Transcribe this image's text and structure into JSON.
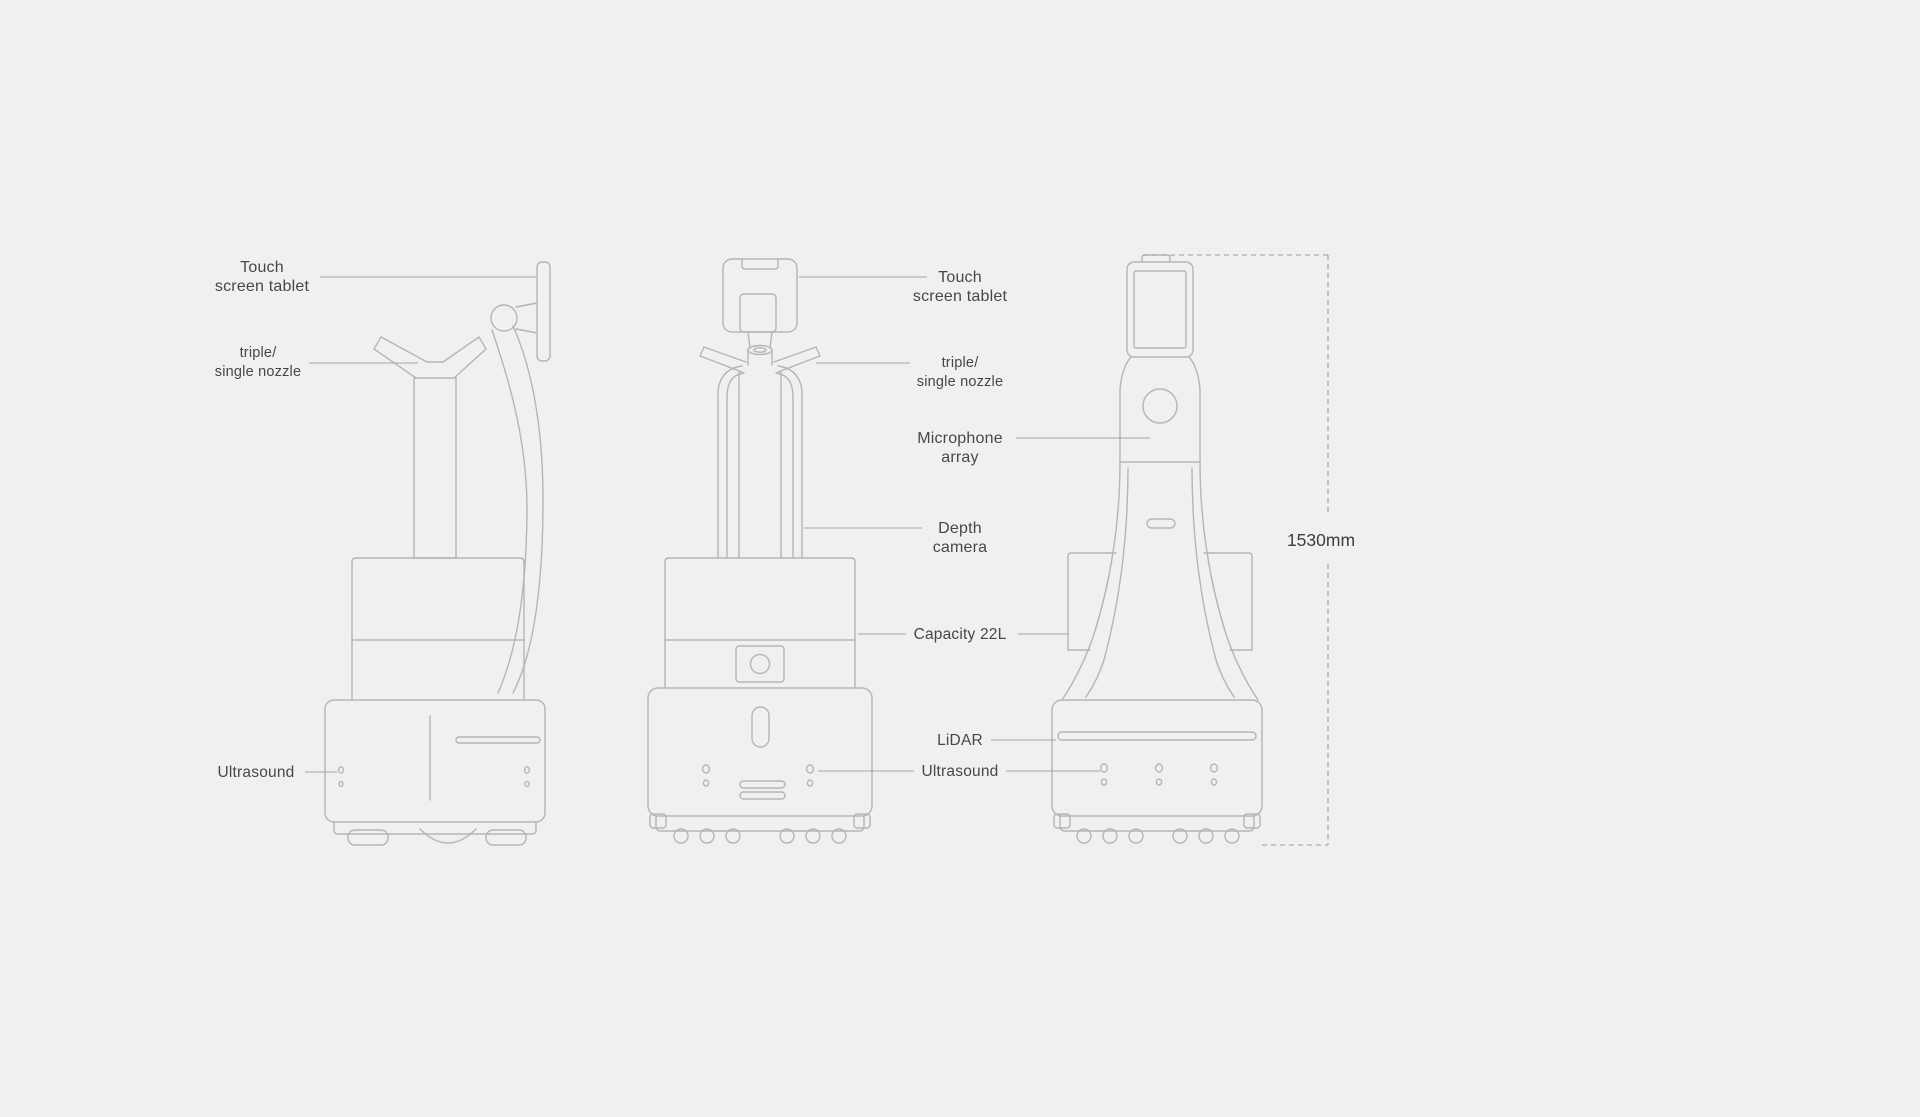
{
  "colors": {
    "background": "#f0f0ef",
    "drawing_line": "#b5b5b5",
    "leader_line": "#a6a6a6",
    "text": "#474747"
  },
  "labels": {
    "left": {
      "touch_screen": "Touch\nscreen tablet",
      "nozzle": "triple/\nsingle nozzle",
      "ultrasound": "Ultrasound"
    },
    "middle": {
      "touch_screen": "Touch\nscreen tablet",
      "nozzle": "triple/\nsingle nozzle",
      "microphone": "Microphone\narray",
      "depth_camera": "Depth\ncamera",
      "capacity": "Capacity 22L",
      "lidar": "LiDAR",
      "ultrasound": "Ultrasound"
    },
    "dimension": {
      "height": "1530mm"
    }
  }
}
